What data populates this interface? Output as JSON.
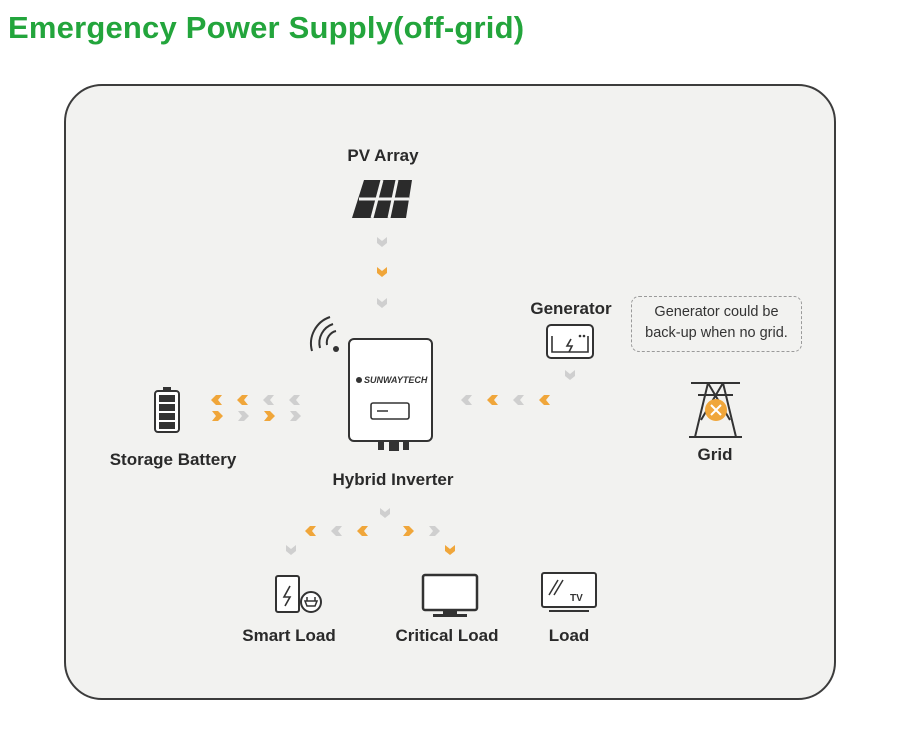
{
  "title": "Emergency Power Supply(off-grid)",
  "nodes": {
    "pv_array": "PV Array",
    "generator": "Generator",
    "storage_battery": "Storage Battery",
    "hybrid_inverter": "Hybrid Inverter",
    "grid": "Grid",
    "smart_load": "Smart Load",
    "critical_load": "Critical Load",
    "load": "Load"
  },
  "note": {
    "line1": "Generator could be",
    "line2": "back-up when no grid."
  },
  "inverter_brand": "SUNWAYTECH",
  "tv_label": "TV",
  "colors": {
    "title": "#23a53c",
    "flow_active": "#f0a63a",
    "flow_inactive": "#cfcfcf",
    "icon": "#333333",
    "grid_x": "#f0a63a"
  }
}
